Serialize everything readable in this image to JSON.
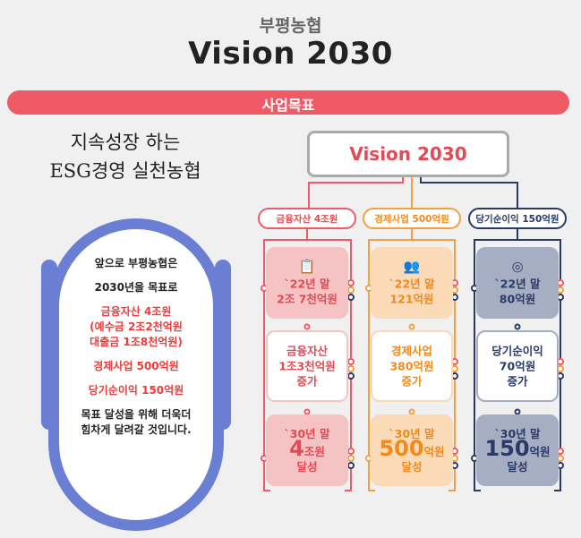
{
  "header": {
    "org": "부평농협",
    "title": "Vision 2030"
  },
  "banner": {
    "label": "사업목표"
  },
  "slogan": {
    "line1": "지속성장 하는",
    "line2": "ESG경영 실천농협"
  },
  "pill": {
    "line1": "앞으로 부평농협은",
    "line2": "2030년을 목표로",
    "goal1_a": "금융자산 4조원",
    "goal1_b": "(예수금 2조2천억원",
    "goal1_c": "대출금 1조8천억원)",
    "goal2": "경제사업 500억원",
    "goal3": "당기순이익 150억원",
    "closing_a": "목표 달성을 위해 더욱더",
    "closing_b": "힘차게 달려갈 것입니다."
  },
  "chart": {
    "top": "Vision 2030",
    "columns": [
      {
        "category": "금융자산 4조원",
        "icon": "clipboard-icon",
        "card1_a": "`22년 말",
        "card1_b": "2조 7천억원",
        "card2_a": "금융자산",
        "card2_b": "1조3천억원",
        "card2_c": "증가",
        "card3_a": "`30년 말",
        "card3_num": "4",
        "card3_unit": "조원",
        "card3_c": "달성"
      },
      {
        "category": "경제사업 500억원",
        "icon": "people-icon",
        "card1_a": "`22년 말",
        "card1_b": "121억원",
        "card2_a": "경제사업",
        "card2_b": "380억원",
        "card2_c": "증가",
        "card3_a": "`30년 말",
        "card3_num": "500",
        "card3_unit": "억원",
        "card3_c": "달성"
      },
      {
        "category": "당기순이익 150억원",
        "icon": "target-icon",
        "card1_a": "`22년 말",
        "card1_b": "80억원",
        "card2_a": "당기순이익",
        "card2_b": "70억원",
        "card2_c": "증가",
        "card3_a": "`30년 말",
        "card3_num": "150",
        "card3_unit": "억원",
        "card3_c": "달성"
      }
    ],
    "colors": {
      "red": "#e24a55",
      "orange": "#f08a1c",
      "navy": "#2a3a66",
      "blue": "#6a7fd4"
    }
  }
}
